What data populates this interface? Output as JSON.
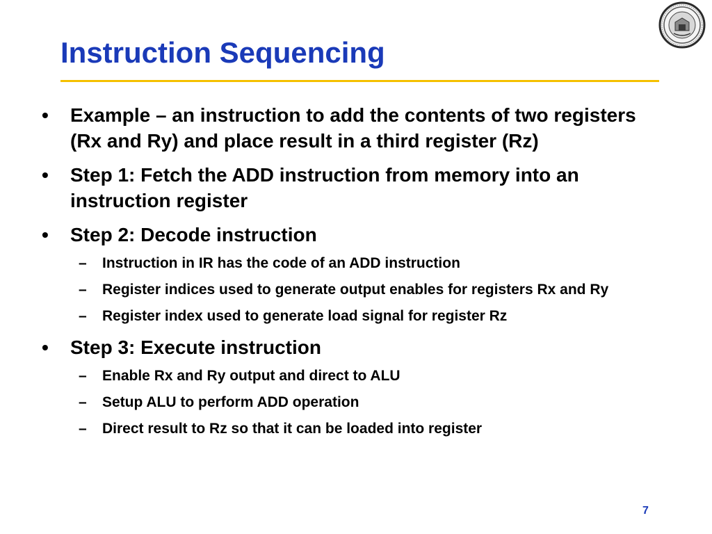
{
  "slide": {
    "title": "Instruction Sequencing",
    "bullets": [
      {
        "mark": "•",
        "text": "Example – an instruction to add the contents of two registers (Rx and Ry) and place result in a third register (Rz)",
        "subitems": []
      },
      {
        "mark": "•",
        "text": "Step 1: Fetch the ADD instruction from memory into an instruction register",
        "subitems": []
      },
      {
        "mark": "•",
        "text": "Step 2: Decode instruction",
        "subitems": [
          {
            "mark": "–",
            "text": "Instruction in IR has the code of an ADD instruction"
          },
          {
            "mark": "–",
            "text": "Register indices used to generate output enables for registers Rx and Ry"
          },
          {
            "mark": "–",
            "text": "Register index used to generate load signal for register Rz"
          }
        ]
      },
      {
        "mark": "•",
        "text": "Step 3: Execute instruction",
        "subitems": [
          {
            "mark": "–",
            "text": "Enable Rx and Ry output and direct to ALU"
          },
          {
            "mark": "–",
            "text": "Setup ALU to perform ADD operation"
          },
          {
            "mark": "–",
            "text": "Direct result to Rz so that it can be loaded into register"
          }
        ]
      }
    ],
    "page_number": "7"
  },
  "colors": {
    "title": "#1a3ab8",
    "rule": "#f5c000",
    "text": "#000000"
  },
  "icons": {
    "seal": "university-seal-icon"
  }
}
